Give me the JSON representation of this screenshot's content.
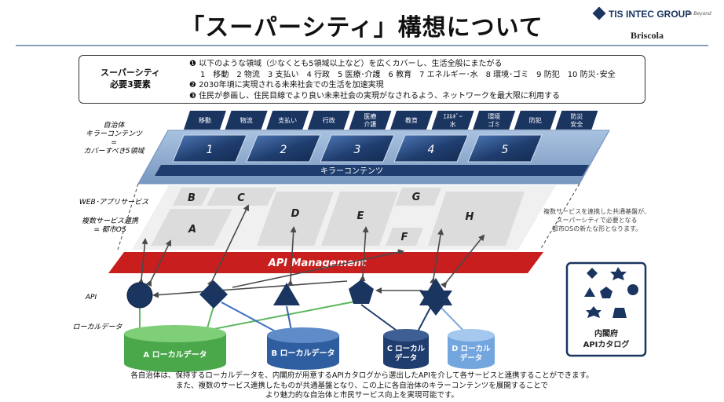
{
  "title": "「スーパーシティ」構想について",
  "logo": {
    "main": "TIS INTEC GROUP",
    "tagline": "Go Beyond",
    "sub": "Briscola"
  },
  "requirements": {
    "label_line1": "スーパーシティ",
    "label_line2": "必要3要素",
    "line1": "❶ 以下のような領域（少なくとも5領域以上など）を広くカバーし、生活全般にまたがる",
    "line2": "1　移動　2 物流　3 支払い　4 行政　5 医療･介護　6 教育　7 エネルギー･水　8 環境･ゴミ　9 防犯　10 防災･安全",
    "line3": "❷ 2030年頃に実現される未来社会での生活を加速実現",
    "line4": "❸ 住民が参画し、住民目線でより良い未来社会の実現がなされるよう、ネットワークを最大限に利用する"
  },
  "domains": [
    {
      "line1": "移動",
      "line2": ""
    },
    {
      "line1": "物流",
      "line2": ""
    },
    {
      "line1": "支払い",
      "line2": ""
    },
    {
      "line1": "行政",
      "line2": ""
    },
    {
      "line1": "医療",
      "line2": "介護"
    },
    {
      "line1": "教育",
      "line2": ""
    },
    {
      "line1": "ｴﾈﾙｷﾞｰ",
      "line2": "水"
    },
    {
      "line1": "環境",
      "line2": "ゴミ"
    },
    {
      "line1": "防犯",
      "line2": ""
    },
    {
      "line1": "防災",
      "line2": "安全"
    }
  ],
  "killer": {
    "items": [
      "1",
      "2",
      "3",
      "4",
      "5"
    ],
    "bar": "キラーコンテンツ"
  },
  "side_labels": {
    "killer_line1": "自治体",
    "killer_line2": "キラーコンテンツ",
    "killer_line3": "=",
    "killer_line4": "カバーすべき5領域",
    "web": "WEB･アプリサービス",
    "os_line1": "複数サービス連携",
    "os_line2": "= 都市OS",
    "api": "API",
    "local": "ローカルデータ"
  },
  "services": [
    "A",
    "B",
    "C",
    "D",
    "E",
    "F",
    "G",
    "H"
  ],
  "platform_note": {
    "line1": "複数サービスを連携した共通基盤が、",
    "line2": "スーパーシティで必要となる",
    "line3": "都市OSの新たな形となります。"
  },
  "api_bar": "API Management",
  "databases": [
    {
      "line1": "A ローカルデータ",
      "line2": ""
    },
    {
      "line1": "B ローカルデータ",
      "line2": ""
    },
    {
      "line1": "C ローカル",
      "line2": "データ"
    },
    {
      "line1": "D ローカル",
      "line2": "データ"
    }
  ],
  "catalog": {
    "line1": "内閣府",
    "line2": "APIカタログ"
  },
  "bottom": {
    "line1": "各自治体は、保持するローカルデータを、内閣府が用意するAPIカタログから選出したAPIを介して各サービスと連携することができます。",
    "line2": "また、複数のサービス連携したものが共通基盤となり、この上に各自治体のキラーコンテンツを展開することで",
    "line3": "より魅力的な自治体と市民サービス向上を実現可能です。"
  },
  "colors": {
    "navy": "#1b3561",
    "dark_blue": "#1f3d6e",
    "mid_blue": "#3a66a6",
    "light_blue": "#7fa9d6",
    "green": "#5bb85d",
    "red": "#c81e1e",
    "gray": "#e2e2e2"
  }
}
